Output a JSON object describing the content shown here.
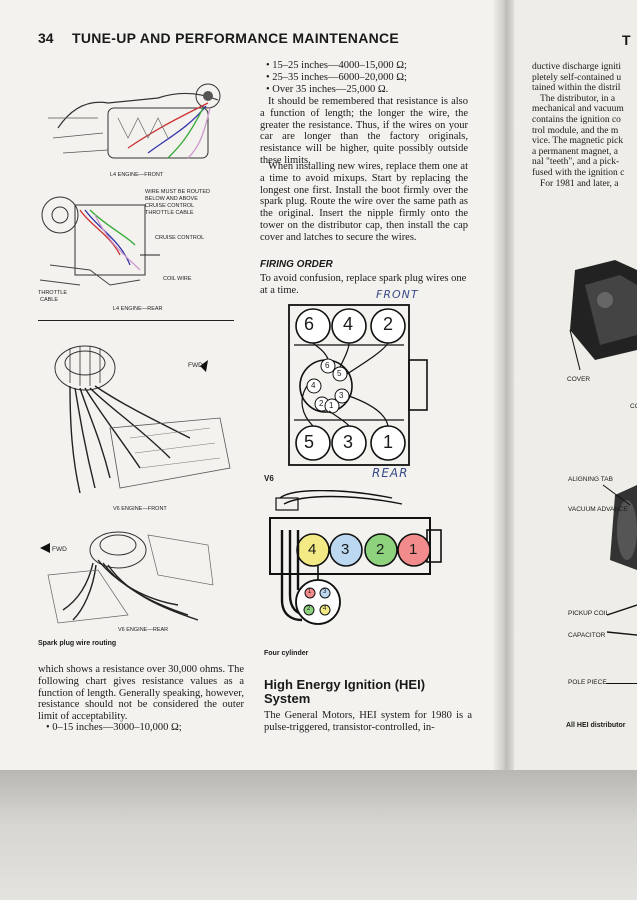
{
  "header": {
    "page_number": "34",
    "title": "TUNE-UP AND PERFORMANCE MAINTENANCE",
    "right_page_fragment": "T"
  },
  "left_column": {
    "diagram_labels": {
      "l4_front": "L4 ENGINE—FRONT",
      "wire_routed_1": "WIRE MUST BE ROUTED",
      "wire_routed_2": "BELOW AND ABOVE",
      "wire_routed_3": "CRUISE CONTROL",
      "wire_routed_4": "THROTTLE CABLE",
      "cruise_control": "CRUISE CONTROL",
      "coil_wire": "COIL WIRE",
      "throttle_cable_1": "THROTTLE",
      "throttle_cable_2": "CABLE",
      "l4_rear": "L4 ENGINE—REAR",
      "fwd_1": "FWD",
      "v6_front": "V6 ENGINE—FRONT",
      "fwd_2": "FWD",
      "v6_rear": "V6 ENGINE—REAR"
    },
    "caption": "Spark plug wire routing",
    "paragraph": "which shows a resistance over 30,000 ohms. The following chart gives resistance values as a function of length. Generally speaking, however, resistance should not be considered the outer limit of acceptability.",
    "bullet": "• 0–15 inches—3000–10,000 Ω;"
  },
  "middle_column": {
    "bullets": [
      "• 15–25 inches—4000–15,000 Ω;",
      "• 25–35 inches—6000–20,000 Ω;",
      "• Over 35 inches—25,000 Ω."
    ],
    "paragraph_1": "It should be remembered that resistance is also a function of length; the longer the wire, the greater the resistance. Thus, if the wires on your car are longer than the factory originals, resistance will be higher, quite possibly outside these limits.",
    "paragraph_2": "When installing new wires, replace them one at a time to avoid mixups. Start by replacing the longest one first. Install the boot firmly over the spark plug. Route the wire over the same path as the original. Insert the nipple firmly onto the tower on the distributor cap, then install the cap cover and latches to secure the wires.",
    "firing_order_heading": "FIRING ORDER",
    "firing_order_text": "To avoid confusion, replace spark plug wires one at a time.",
    "handwritten_front": "FRONT",
    "handwritten_rear": "REAR",
    "v6_label": "V6",
    "v6_top_cylinders": [
      "6",
      "4",
      "2"
    ],
    "v6_bottom_cylinders": [
      "5",
      "3",
      "1"
    ],
    "v6_cap_terminals": [
      "6",
      "5",
      "4",
      "3",
      "2",
      "1"
    ],
    "four_cyl_cylinders": [
      "4",
      "3",
      "2",
      "1"
    ],
    "four_cyl_cap_terminals": [
      "1",
      "3",
      "4",
      "2"
    ],
    "four_cyl_label": "Four cylinder",
    "hei_heading": "High Energy Ignition (HEI) System",
    "hei_text": "The General Motors, HEI system for 1980 is a pulse-triggered, transistor-controlled, in-",
    "cylinder_colors": {
      "yellow": "#f3ea86",
      "blue": "#bcd7f0",
      "green": "#8fd27e",
      "red": "#f28c8c"
    }
  },
  "right_page": {
    "lines": [
      "ductive discharge igniti",
      "pletely self-contained u",
      "tained within the distril",
      "The distributor, in a",
      "mechanical and vacuum",
      "contains the ignition co",
      "trol module, and the m",
      "vice. The magnetic pick",
      "a permanent magnet, a",
      "nal \"teeth\", and a pick-",
      "fused with the ignition c",
      "For 1981 and later, a"
    ],
    "labels": {
      "cover": "COVER",
      "co": "CO",
      "aligning_tab": "ALIGNING TAB",
      "vacuum_advance": "VACUUM ADVANCE",
      "pickup_coil": "PICKUP COIL",
      "capacitor": "CAPACITOR",
      "pole_piece": "POLE PIECE"
    },
    "caption": "All HEI distributor"
  }
}
